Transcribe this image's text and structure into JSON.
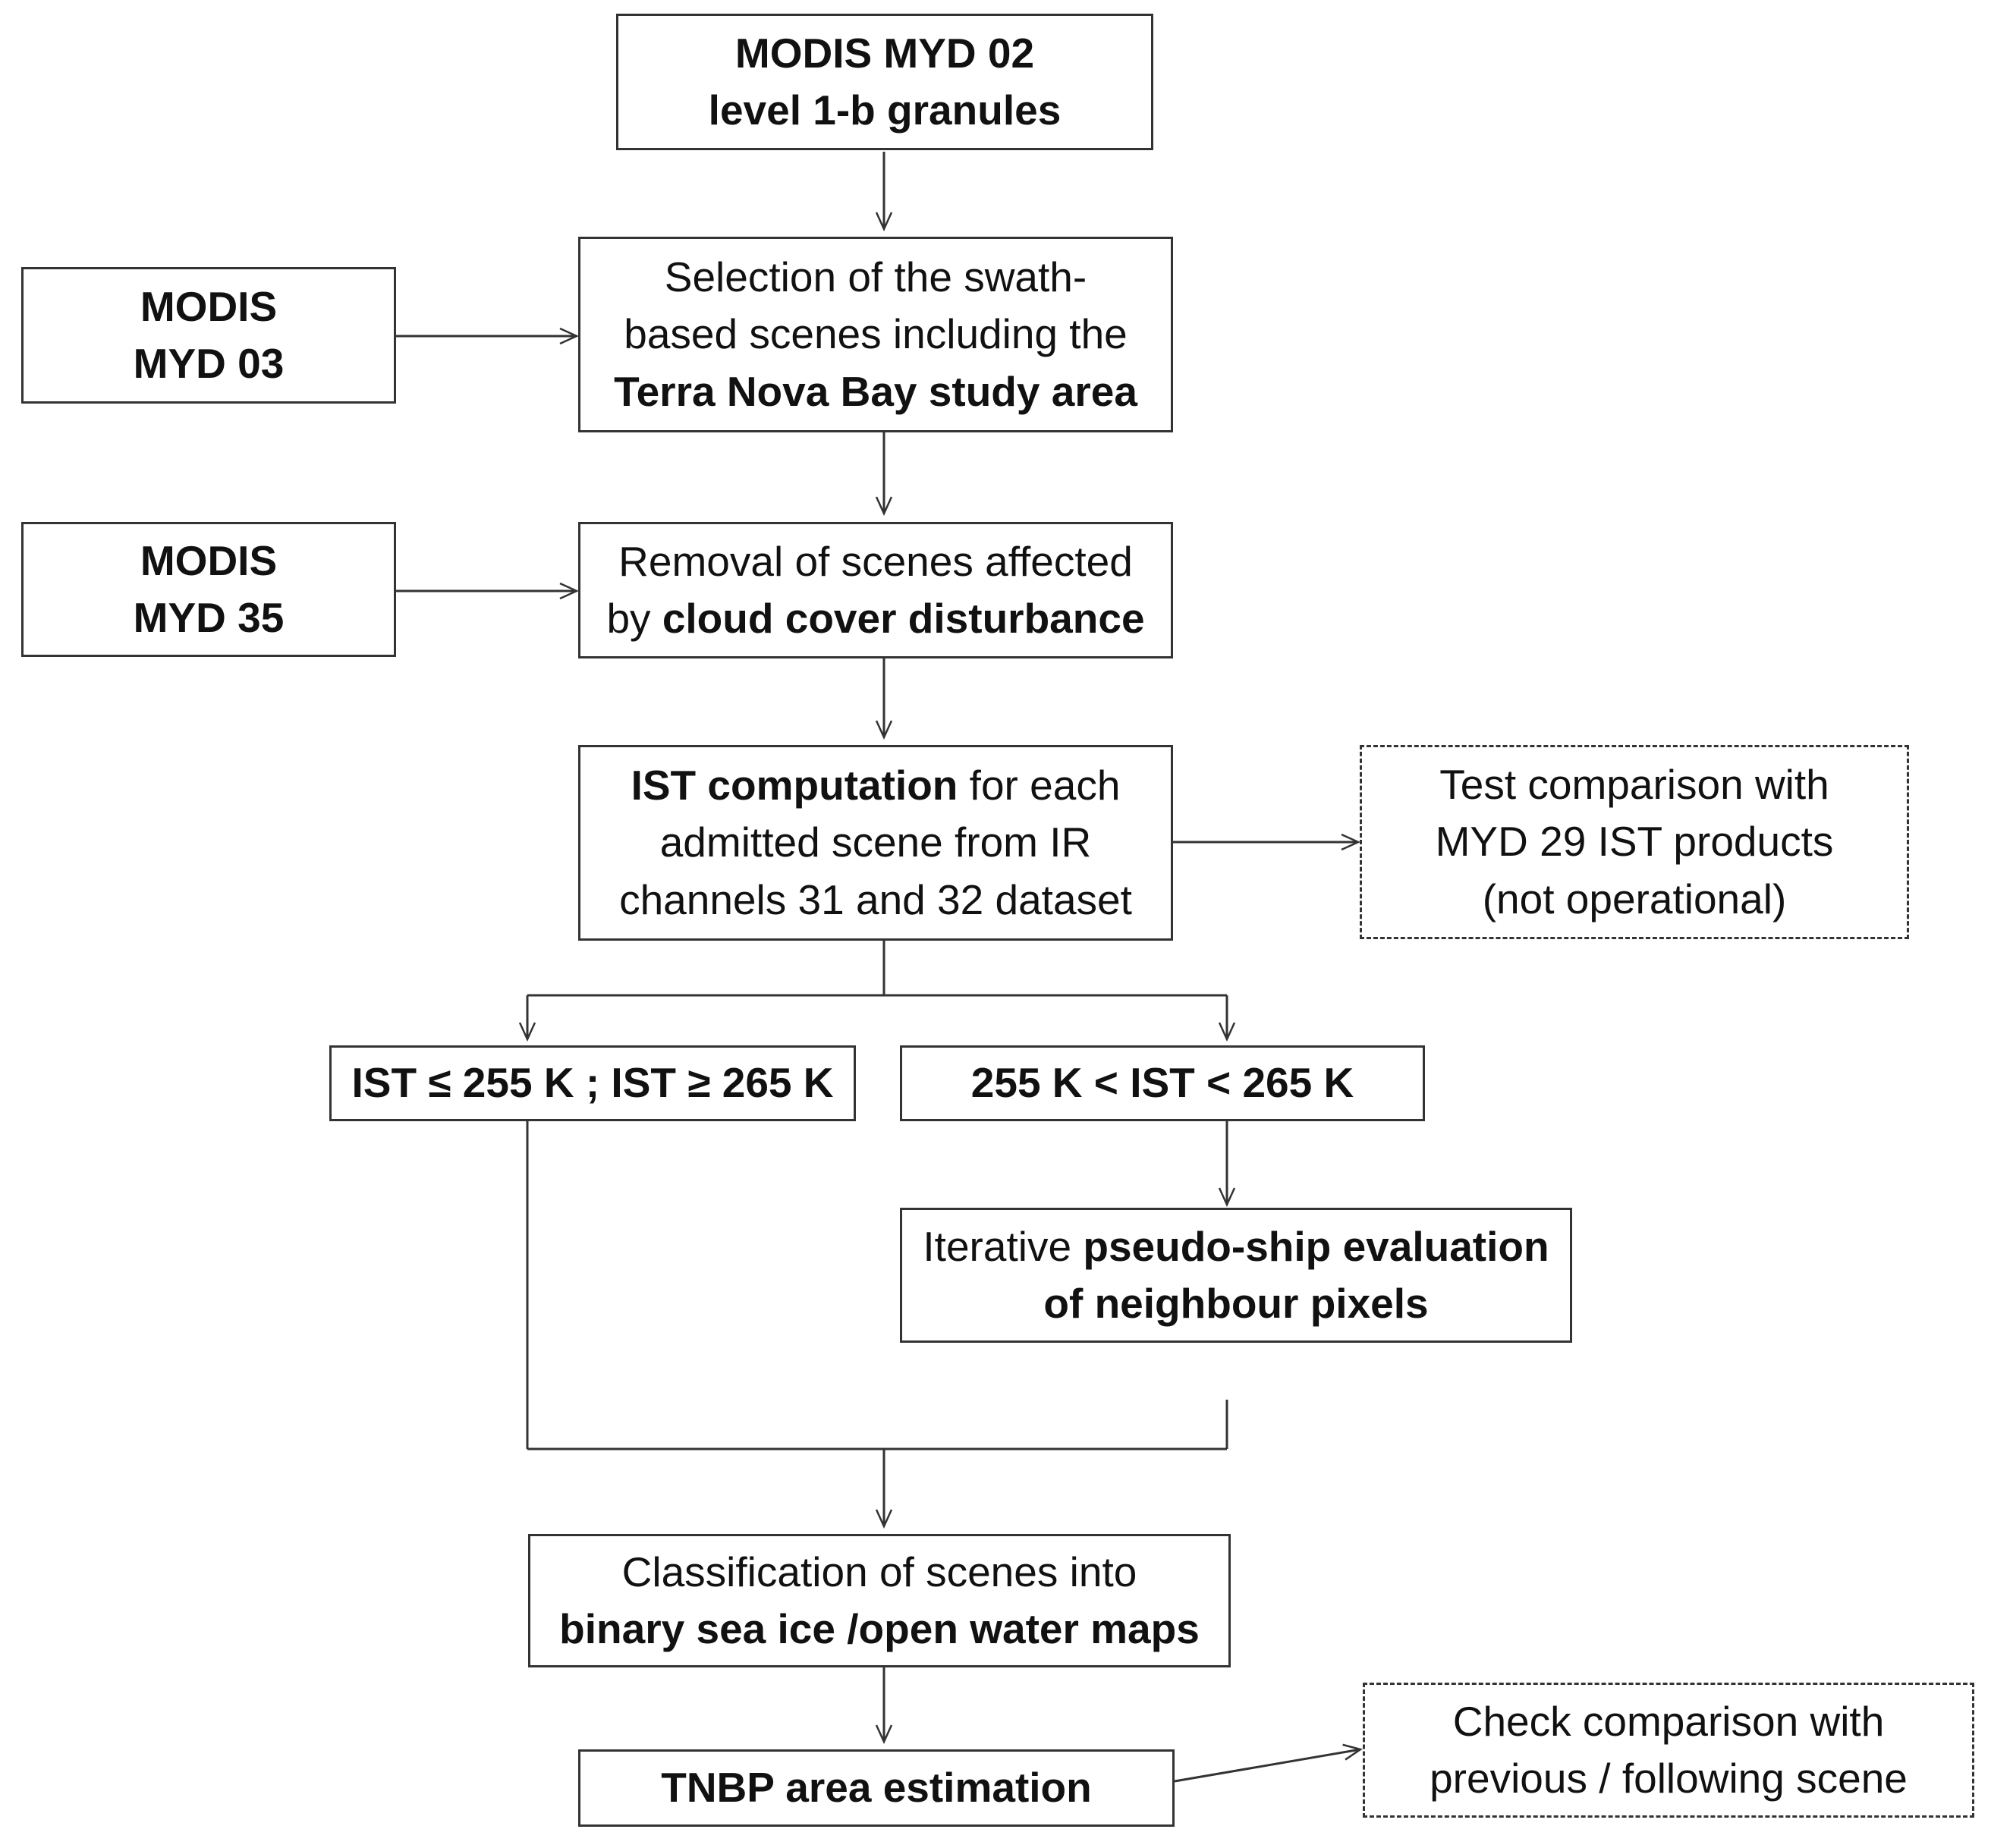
{
  "boxes": {
    "myd02": {
      "lines": [
        [
          {
            "t": "MODIS MYD 02",
            "b": true
          }
        ],
        [
          {
            "t": "level 1-b granules",
            "b": true
          }
        ]
      ]
    },
    "myd03": {
      "lines": [
        [
          {
            "t": "MODIS",
            "b": true
          }
        ],
        [
          {
            "t": "MYD 03",
            "b": true
          }
        ]
      ]
    },
    "selection": {
      "lines": [
        [
          {
            "t": "Selection of the swath-",
            "b": false
          }
        ],
        [
          {
            "t": "based scenes including the",
            "b": false
          }
        ],
        [
          {
            "t": "Terra Nova Bay study area",
            "b": true
          }
        ]
      ]
    },
    "myd35": {
      "lines": [
        [
          {
            "t": "MODIS",
            "b": true
          }
        ],
        [
          {
            "t": "MYD 35",
            "b": true
          }
        ]
      ]
    },
    "removal": {
      "lines": [
        [
          {
            "t": "Removal of scenes affected",
            "b": false
          }
        ],
        [
          {
            "t": "by ",
            "b": false
          },
          {
            "t": "cloud cover disturbance",
            "b": true
          }
        ]
      ]
    },
    "ist": {
      "lines": [
        [
          {
            "t": "IST computation",
            "b": true
          },
          {
            "t": " for each",
            "b": false
          }
        ],
        [
          {
            "t": "admitted scene from IR",
            "b": false
          }
        ],
        [
          {
            "t": "channels 31 and 32 dataset",
            "b": false
          }
        ]
      ]
    },
    "test": {
      "lines": [
        [
          {
            "t": "Test  comparison with",
            "b": false
          }
        ],
        [
          {
            "t": "MYD 29 IST products",
            "b": false
          }
        ],
        [
          {
            "t": "(not operational)",
            "b": false
          }
        ]
      ]
    },
    "ist_extreme": {
      "lines": [
        [
          {
            "t": "IST ≤ 255 K ; IST ≥ 265 K",
            "b": true
          }
        ]
      ]
    },
    "ist_mid": {
      "lines": [
        [
          {
            "t": "255 K < IST < 265 K",
            "b": true
          }
        ]
      ]
    },
    "iterative": {
      "lines": [
        [
          {
            "t": "Iterative ",
            "b": false
          },
          {
            "t": "pseudo-ship evaluation",
            "b": true
          }
        ],
        [
          {
            "t": "of neighbour pixels",
            "b": true
          }
        ]
      ]
    },
    "classification": {
      "lines": [
        [
          {
            "t": "Classification of scenes  into",
            "b": false
          }
        ],
        [
          {
            "t": "binary sea ice /open water maps",
            "b": true
          }
        ]
      ]
    },
    "tnbp": {
      "lines": [
        [
          {
            "t": "TNBP area estimation",
            "b": true
          }
        ]
      ]
    },
    "check": {
      "lines": [
        [
          {
            "t": "Check comparison with",
            "b": false
          }
        ],
        [
          {
            "t": "previous / following scene",
            "b": false
          }
        ]
      ]
    }
  }
}
